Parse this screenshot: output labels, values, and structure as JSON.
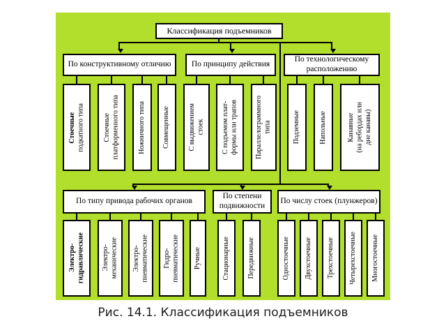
{
  "title": "Классификация подъемников",
  "caption": "Рис. 14.1. Классификация подъемников",
  "colors": {
    "panel": "#b2df2b",
    "fill": "#ffffff",
    "line": "#000000"
  },
  "top_groups": [
    {
      "label": "По конструктивному отличию",
      "children": [
        {
          "line1": "Стоечные",
          "line2": "подкатного типа"
        },
        {
          "text": "Стоечные\nплатформенного типа"
        },
        {
          "text": "Ножничного типа"
        },
        {
          "text": "Совмещенные"
        }
      ]
    },
    {
      "label": "По принципу действия",
      "children": [
        {
          "text": "С выдвижением\nстоек"
        },
        {
          "text": "С подъемом плат-\nформы или трапов"
        },
        {
          "text": "Параллелограммного\nтипа"
        }
      ]
    },
    {
      "label": "По технологическому расположению",
      "children": [
        {
          "text": "Подземные"
        },
        {
          "text": "Напольные"
        },
        {
          "text": "Канавные\n(на ребордах или\nдне канавы)"
        }
      ]
    }
  ],
  "bottom_groups": [
    {
      "label": "По типу привода рабочих органов",
      "children": [
        {
          "text": "Электро-\nгидравлические"
        },
        {
          "text": "Электро-\nмеханические"
        },
        {
          "text": "Электро-\nпневматические"
        },
        {
          "text": "Гидро-\nпневматические"
        },
        {
          "text": "Ручные"
        }
      ]
    },
    {
      "label": "По степени подвижности",
      "children": [
        {
          "text": "Стационарные"
        },
        {
          "text": "Передвижные"
        }
      ]
    },
    {
      "label": "По числу стоек (плунжеров)",
      "children": [
        {
          "text": "Одностоечные"
        },
        {
          "text": "Двухстоечные"
        },
        {
          "text": "Трехстоечные"
        },
        {
          "text": "Четырехстоечные"
        },
        {
          "text": "Многостоечные"
        }
      ]
    }
  ]
}
